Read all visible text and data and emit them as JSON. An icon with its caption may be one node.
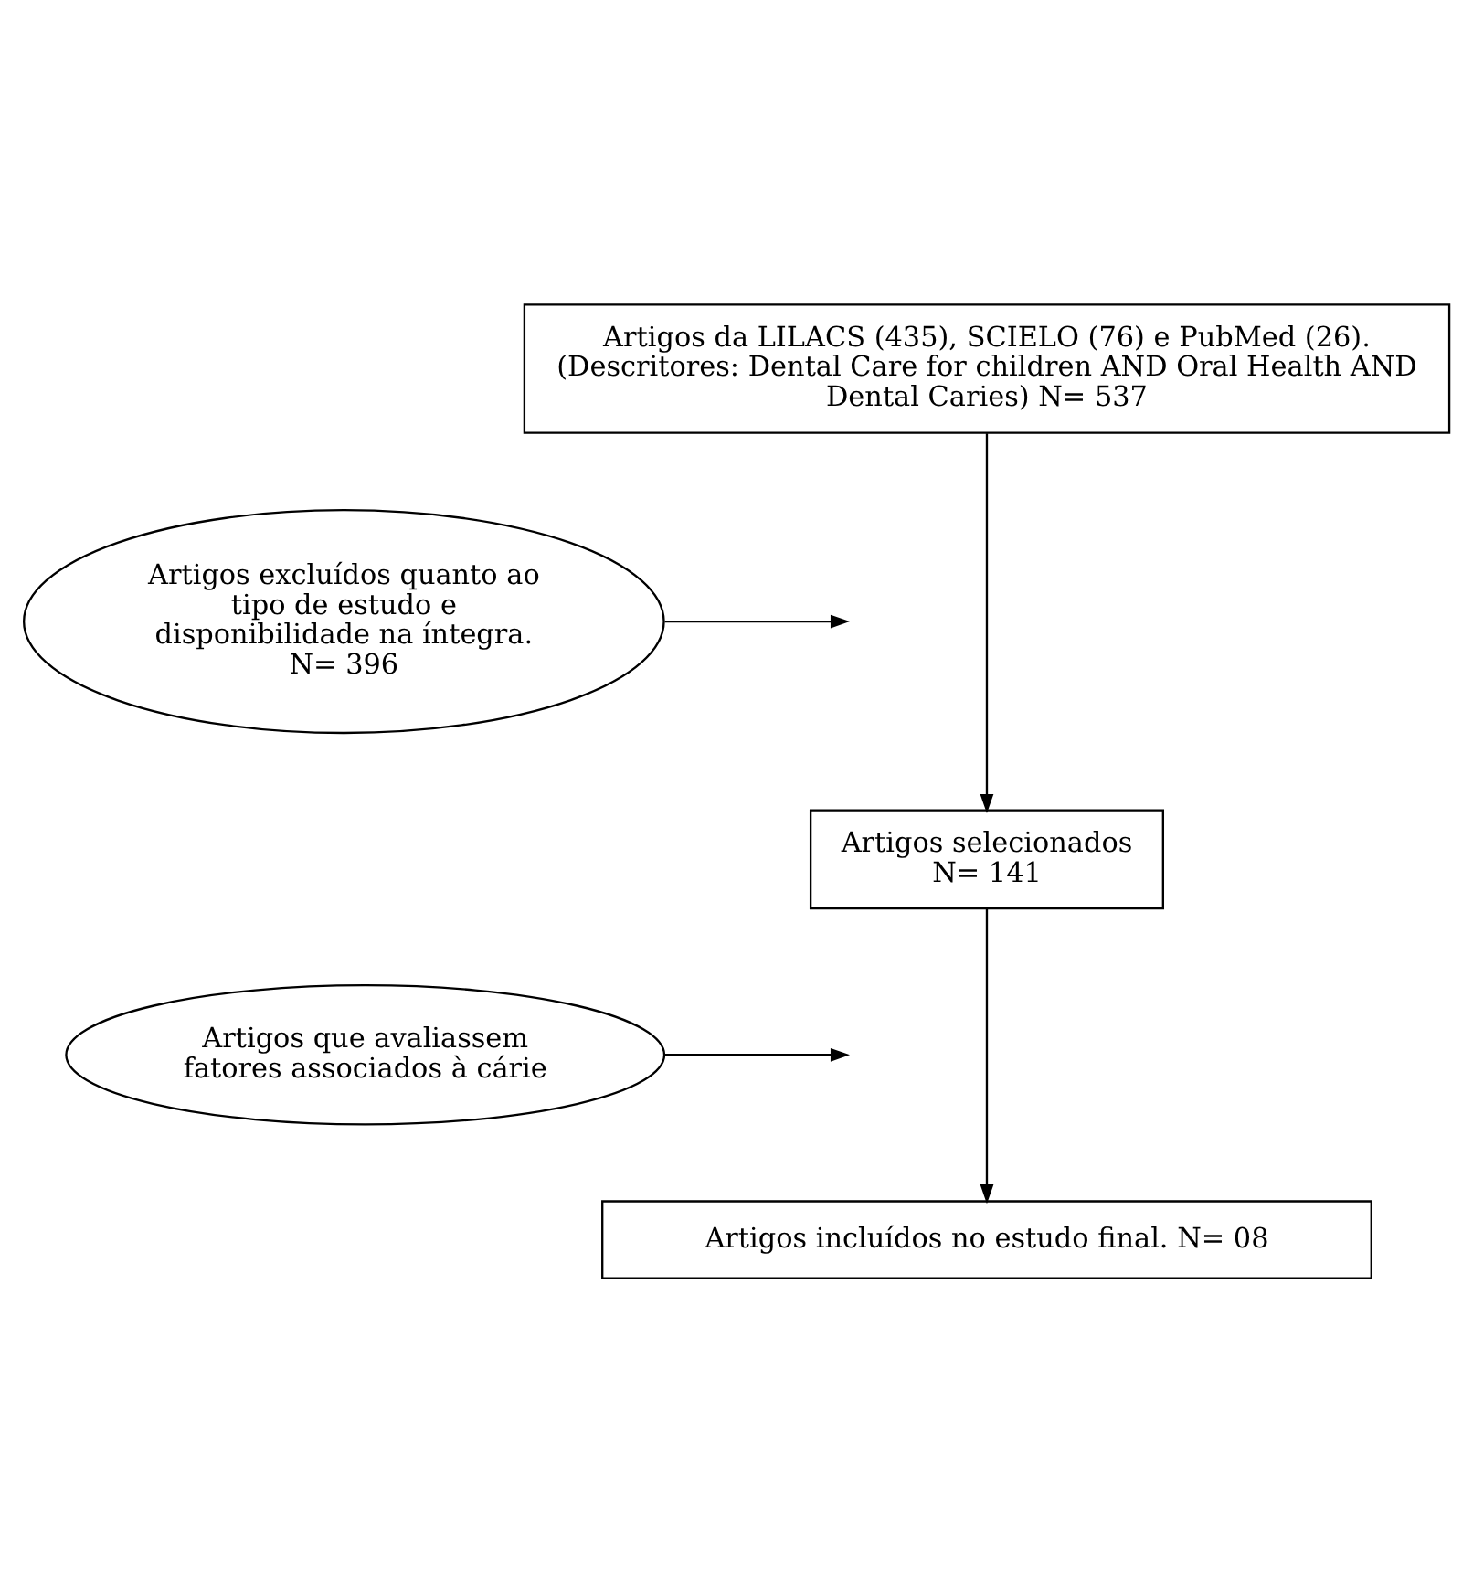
{
  "diagram": {
    "nodes": [
      {
        "text": [
          "Artigos da LILACS (435), SCIELO (76) e PubMed (26). (Descritores: Dental Care for children AND Oral Health AND Dental Caries) N= 537"
        ]
      },
      {
        "text": [
          "Artigos excluídos quanto ao tipo de estudo e disponibilidade na íntegra. N= 396"
        ]
      },
      {
        "text": [
          "Artigos selecionados N= 141"
        ]
      },
      {
        "text": [
          "Artigos que avaliassem fatores associados à cárie"
        ]
      },
      {
        "text": [
          "Artigos incluídos no estudo final. N= 08"
        ]
      }
    ],
    "edges": [
      {
        "from": 0,
        "to": 2,
        "arrow": "to"
      },
      {
        "from": 1,
        "to": null,
        "arrow": "to"
      },
      {
        "from": 2,
        "to": 4,
        "arrow": "to"
      },
      {
        "from": 3,
        "to": null,
        "arrow": "to"
      }
    ]
  }
}
